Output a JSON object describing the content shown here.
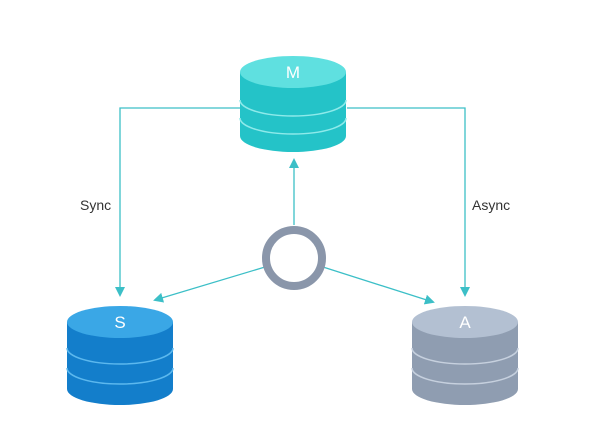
{
  "nodes": {
    "master": {
      "label": "M",
      "color_top": "#5fe0e0",
      "color_body": "#24c3c8",
      "color_line": "#8eeaea"
    },
    "sync_replica": {
      "label": "S",
      "color_top": "#3aa7e6",
      "color_body": "#137ecb",
      "color_line": "#5cb8ee"
    },
    "async_replica": {
      "label": "A",
      "color_top": "#b3c0d2",
      "color_body": "#8f9db1",
      "color_line": "#c6d0de"
    },
    "proxy": {
      "shape": "ring",
      "color": "#8a96aa"
    }
  },
  "edges": {
    "sync": {
      "label": "Sync"
    },
    "async": {
      "label": "Async"
    }
  },
  "colors": {
    "line": "#3cbfc7"
  }
}
